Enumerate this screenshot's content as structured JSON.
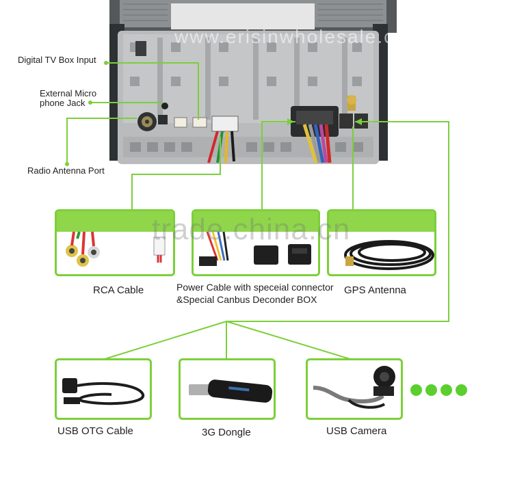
{
  "watermark_top": "www.erisinwholesale.com",
  "watermark_center": "trade.china.cn",
  "callouts": {
    "digital_tv": "Digital TV Box Input",
    "micro_line1": "External Micro",
    "micro_line2": "phone Jack",
    "antenna": "Radio Antenna Port"
  },
  "accessories": {
    "rca": "RCA Cable",
    "power_line1": "Power Cable with speceial connector",
    "power_line2": "&Special Canbus Deconder BOX",
    "gps": "GPS Antenna",
    "usb_otg": "USB OTG Cable",
    "dongle": "3G Dongle",
    "camera": "USB Camera"
  },
  "colors": {
    "accent_green": "#7ccf3a",
    "dot_green": "#5bcf2e",
    "chassis_grey": "#b9bbbd"
  }
}
